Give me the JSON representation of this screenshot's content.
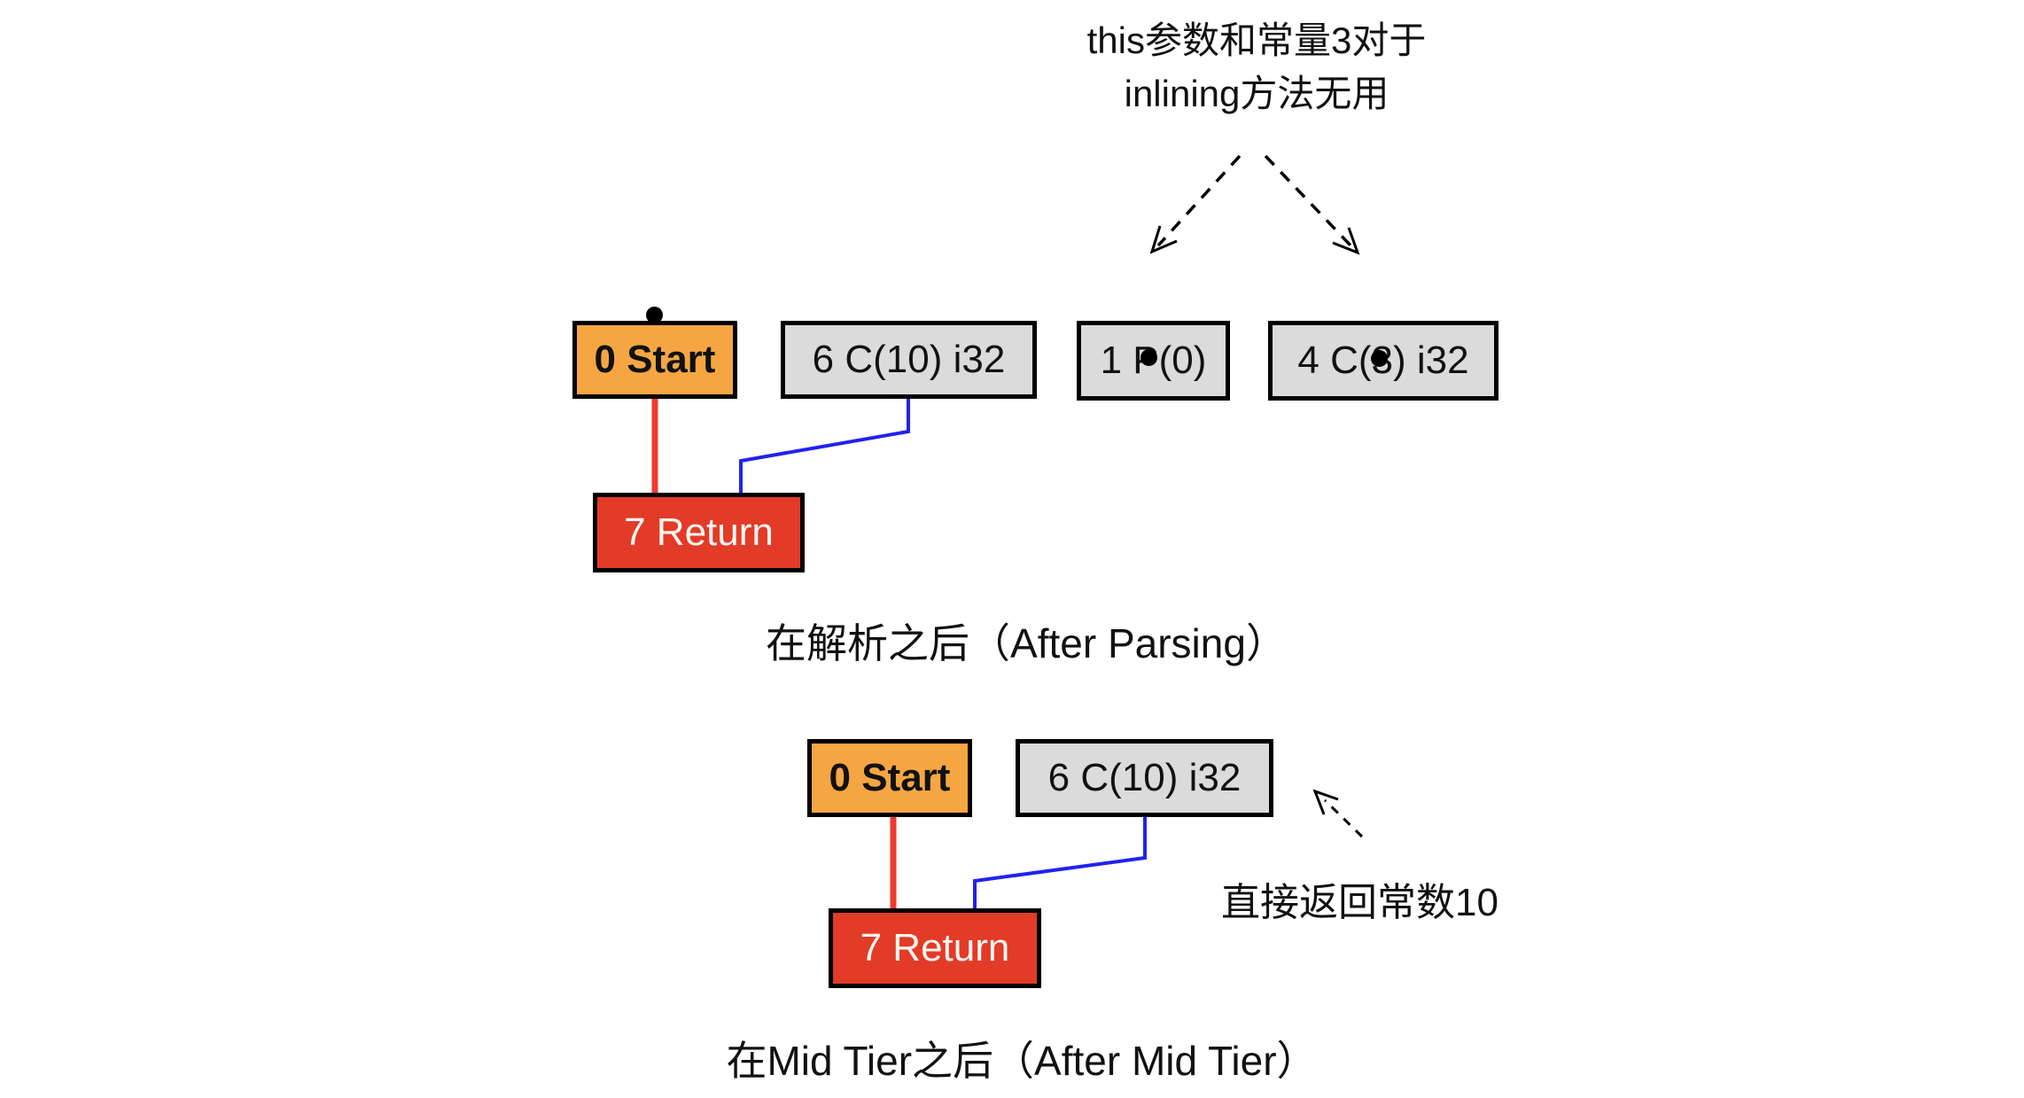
{
  "colors": {
    "start_fill": "#F5A643",
    "constant_fill": "#DBDBDB",
    "return_fill": "#E23B28",
    "control_edge_red": "#EE3B2E",
    "data_edge_blue": "#2121F3",
    "border": "#000000",
    "background": "#FFFFFF"
  },
  "top_annotation": {
    "line1": "this参数和常量3对于",
    "line2": "inlining方法无用"
  },
  "side_annotation": "直接返回常数10",
  "graph_after_parsing": {
    "caption": "在解析之后（After Parsing）",
    "nodes": {
      "start": "0 Start",
      "const10": "6 C(10) i32",
      "param0": "1 P(0)",
      "const3": "4 C(3) i32",
      "return": "7 Return"
    },
    "edges": [
      {
        "from": "0 Start",
        "to": "7 Return",
        "color": "red"
      },
      {
        "from": "6 C(10) i32",
        "to": "7 Return",
        "color": "blue"
      }
    ]
  },
  "graph_after_mid_tier": {
    "caption": "在Mid Tier之后（After Mid Tier）",
    "nodes": {
      "start": "0 Start",
      "const10": "6 C(10) i32",
      "return": "7 Return"
    },
    "edges": [
      {
        "from": "0 Start",
        "to": "7 Return",
        "color": "red"
      },
      {
        "from": "6 C(10) i32",
        "to": "7 Return",
        "color": "blue"
      }
    ]
  }
}
